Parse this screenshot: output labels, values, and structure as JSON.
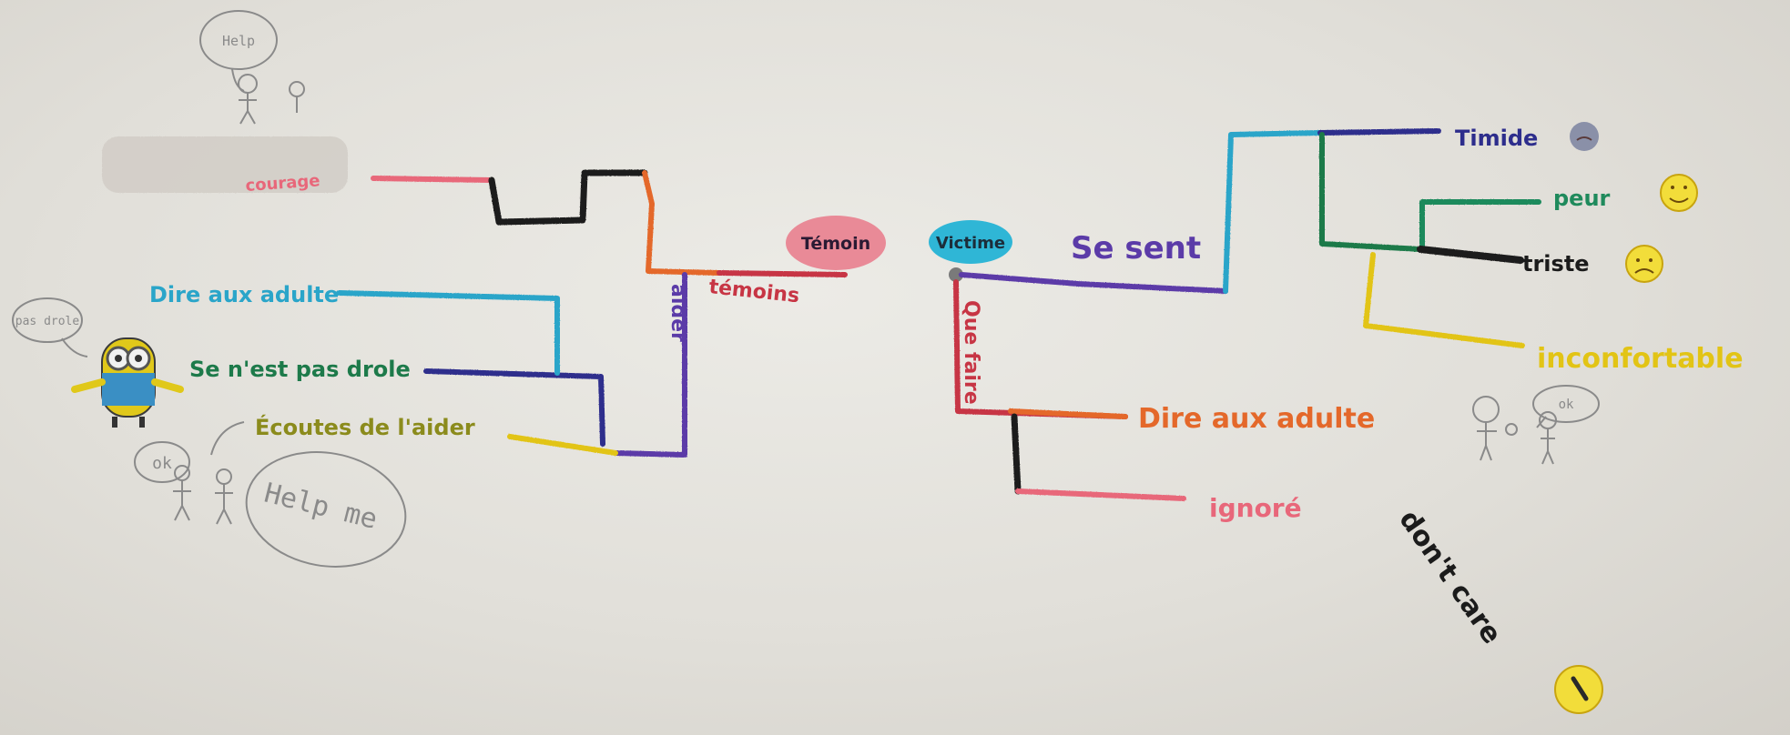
{
  "colors": {
    "paper": "#e4e2dc",
    "pink": "#e8677a",
    "black": "#1b1b1b",
    "orange": "#e4682a",
    "red": "#c73544",
    "purple": "#5b3ba8",
    "cyan": "#2aa5c9",
    "green": "#1d7a4a",
    "olive": "#8b8b1c",
    "navy": "#2d2d8c",
    "yellow": "#e2c415",
    "teal": "#1f8a5c",
    "pencil": "#8a8a8a"
  },
  "left_branch": {
    "temoin_bubble": "Témoin",
    "top_scribble": "courage",
    "top_bubble_text": "Help",
    "label_hidden_word": "témoins",
    "vertical_label": "aider",
    "item_1": "Dire aux adulte",
    "item_2": "Se n'est pas drole",
    "item_3": "Écoutes de l'aider",
    "minion_bubble": "pas drole",
    "ok_bubble": "ok",
    "help_bubble": "Help me"
  },
  "right_branch": {
    "victime_bubble": "Victime",
    "se_sent": "Se sent",
    "timide": "Timide",
    "peur": "peur",
    "triste": "triste",
    "inconfortable": "inconfortable",
    "vertical_label": "Que faire",
    "dire_aux_adulte": "Dire aux adulte",
    "ignore": "ignoré",
    "ok_bubble": "ok",
    "dont_care": "don't care"
  },
  "icons": [
    "minion-drawing",
    "stick-figure",
    "emoji-shy",
    "emoji-smile",
    "emoji-sad",
    "emoji-dont-care"
  ]
}
